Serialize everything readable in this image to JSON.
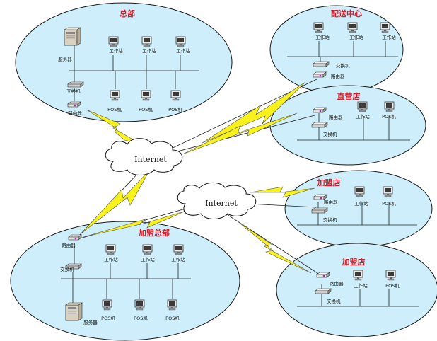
{
  "colors": {
    "ellipse_fill": "#cdeefa",
    "ellipse_stroke": "#1a1a1a",
    "title_color": "#d61f2a",
    "lightning_fill": "#f7f11c",
    "lightning_stroke": "#555555"
  },
  "clouds": {
    "internet_left": "Internet",
    "internet_right": "Internet"
  },
  "headquarters": {
    "title": "总部",
    "server": "服务器",
    "switch": "交换机",
    "router": "路由器",
    "workstation": "工作站",
    "pos": "POS机"
  },
  "distribution_center": {
    "title": "配送中心",
    "workstation": "工作站",
    "switch": "交换机",
    "router": "路由器"
  },
  "direct_store": {
    "title": "直营店",
    "router": "路由器",
    "switch": "交换机",
    "workstation": "工作站",
    "pos": "POS机"
  },
  "franchise_hq": {
    "title": "加盟总部",
    "router": "路由器",
    "switch": "交换机",
    "workstation": "工作站",
    "pos": "POS机",
    "server": "服务器"
  },
  "franchise_store_1": {
    "title": "加盟店",
    "router": "路由器",
    "switch": "交换机",
    "workstation": "工作站",
    "pos": "POS机"
  },
  "franchise_store_2": {
    "title": "加盟店",
    "router": "路由器",
    "switch": "交换机",
    "workstation": "工作站",
    "pos": "POS机"
  }
}
